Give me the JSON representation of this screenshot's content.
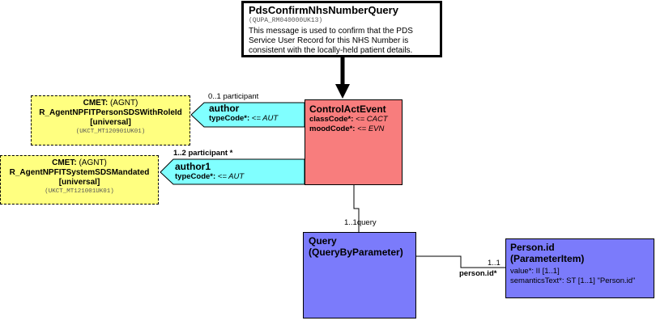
{
  "message": {
    "title": "PdsConfirmNhsNumberQuery",
    "id": "(QUPA_RM040000UK13)",
    "description": "This message is used to confirm that the PDS Service User Record for this NHS Number is consistent with the locally-held patient details."
  },
  "control_act_event": {
    "name": "ControlActEvent",
    "attributes": [
      {
        "name": "classCode*:",
        "value": "<= CACT"
      },
      {
        "name": "moodCode*:",
        "value": "<= EVN"
      }
    ]
  },
  "author": {
    "multiplicity": "0..1 participant",
    "label": "author",
    "attr_name": "typeCode*:",
    "attr_value": "<= AUT"
  },
  "author1": {
    "multiplicity": "1..2 participant  *",
    "label": "author1",
    "attr_name": "typeCode*:",
    "attr_value": "<= AUT"
  },
  "cmet_person": {
    "cmet_label": "CMET:",
    "cmet_type": "(AGNT)",
    "name": "R_AgentNPFITPersonSDSWithRoleId",
    "flavor": "[universal]",
    "id": "(UKCT_MT120901UK01)"
  },
  "cmet_system": {
    "cmet_label": "CMET:",
    "cmet_type": "(AGNT)",
    "name": "R_AgentNPFITSystemSDSMandated",
    "flavor": "[universal]",
    "id": "(UKCT_MT121001UK01)"
  },
  "query_link": {
    "multiplicity": "1..1query"
  },
  "query": {
    "name": "Query",
    "subtitle": "(QueryByParameter)"
  },
  "person_link": {
    "multiplicity": "1..1",
    "label": "person.id*"
  },
  "person_id": {
    "name": "Person.id",
    "subtitle": "(ParameterItem)",
    "attributes": [
      "value*: II [1..1]",
      "semanticsText*: ST [1..1] \"Person.id\""
    ]
  },
  "colors": {
    "act": "#f87d7d",
    "cmet": "#ffff80",
    "participation": "#80ffff",
    "query": "#7b7bfb"
  }
}
